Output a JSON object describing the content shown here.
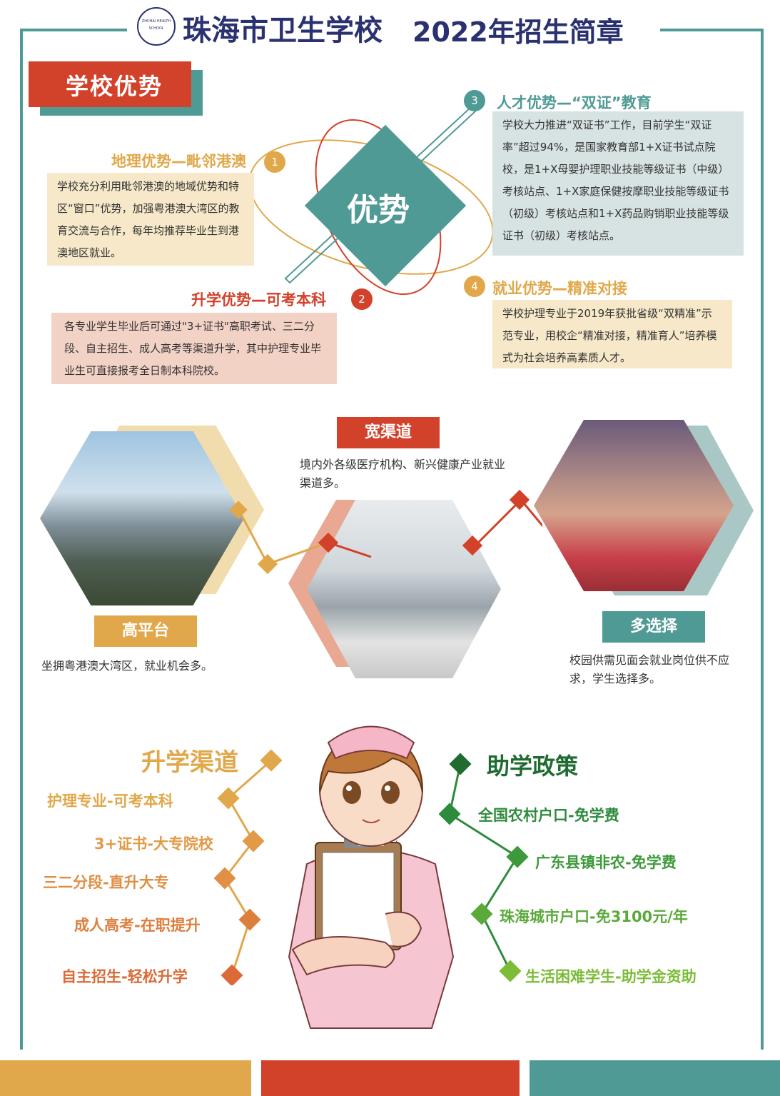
{
  "header": {
    "logo_text": "ZHUHAI HEALTH SCHOOL",
    "school_name": "珠海市卫生学校",
    "brochure_title": "2022年招生简章"
  },
  "section": {
    "title": "学校优势"
  },
  "center_label": "优势",
  "advantages": [
    {
      "num": "1",
      "title": "地理优势—毗邻港澳",
      "text": "学校充分利用毗邻港澳的地域优势和特区“窗口”优势，加强粤港澳大湾区的教育交流与合作，每年均推荐毕业生到港澳地区就业。"
    },
    {
      "num": "2",
      "title": "升学优势—可考本科",
      "text": "各专业学生毕业后可通过\"3+证书\"高职考试、三二分段、自主招生、成人高考等渠道升学，其中护理专业毕业生可直接报考全日制本科院校。"
    },
    {
      "num": "3",
      "title": "人才优势—“双证”教育",
      "text": "学校大力推进“双证书”工作，目前学生“双证率”超过94%，是国家教育部1+X证书试点院校，是1+X母婴护理职业技能等级证书（中级）考核站点、1+X家庭保健按摩职业技能等级证书（初级）考核站点和1+X药品购销职业技能等级证书（初级）考核站点。"
    },
    {
      "num": "4",
      "title": "就业优势—精准对接",
      "text": "学校护理专业于2019年获批省级“双精准”示范专业，用校企“精准对接，精准育人”培养模式为社会培养高素质人才。"
    }
  ],
  "features": [
    {
      "label": "高平台",
      "text": "坐拥粤港澳大湾区，就业机会多。"
    },
    {
      "label": "宽渠道",
      "text": "境内外各级医疗机构、新兴健康产业就业渠道多。"
    },
    {
      "label": "多选择",
      "text": "校园供需见面会就业岗位供不应求，学生选择多。"
    }
  ],
  "paths": {
    "title": "升学渠道",
    "items": [
      "护理专业-可考本科",
      "3+证书-大专院校",
      "三二分段-直升大专",
      "成人高考-在职提升",
      "自主招生-轻松升学"
    ]
  },
  "aid": {
    "title": "助学政策",
    "items": [
      "全国农村户口-免学费",
      "广东县镇非农-免学费",
      "珠海城市户口-免3100元/年",
      "生活困难学生-助学金资助"
    ]
  },
  "colors": {
    "teal": "#4f9a95",
    "red": "#d2412a",
    "orange": "#e0a84a",
    "navy": "#2a3170",
    "beige": "#f6e8c8",
    "pink": "#f3d2c6",
    "gray_blue": "#d7e2e2",
    "green": "#2e8b3d"
  }
}
